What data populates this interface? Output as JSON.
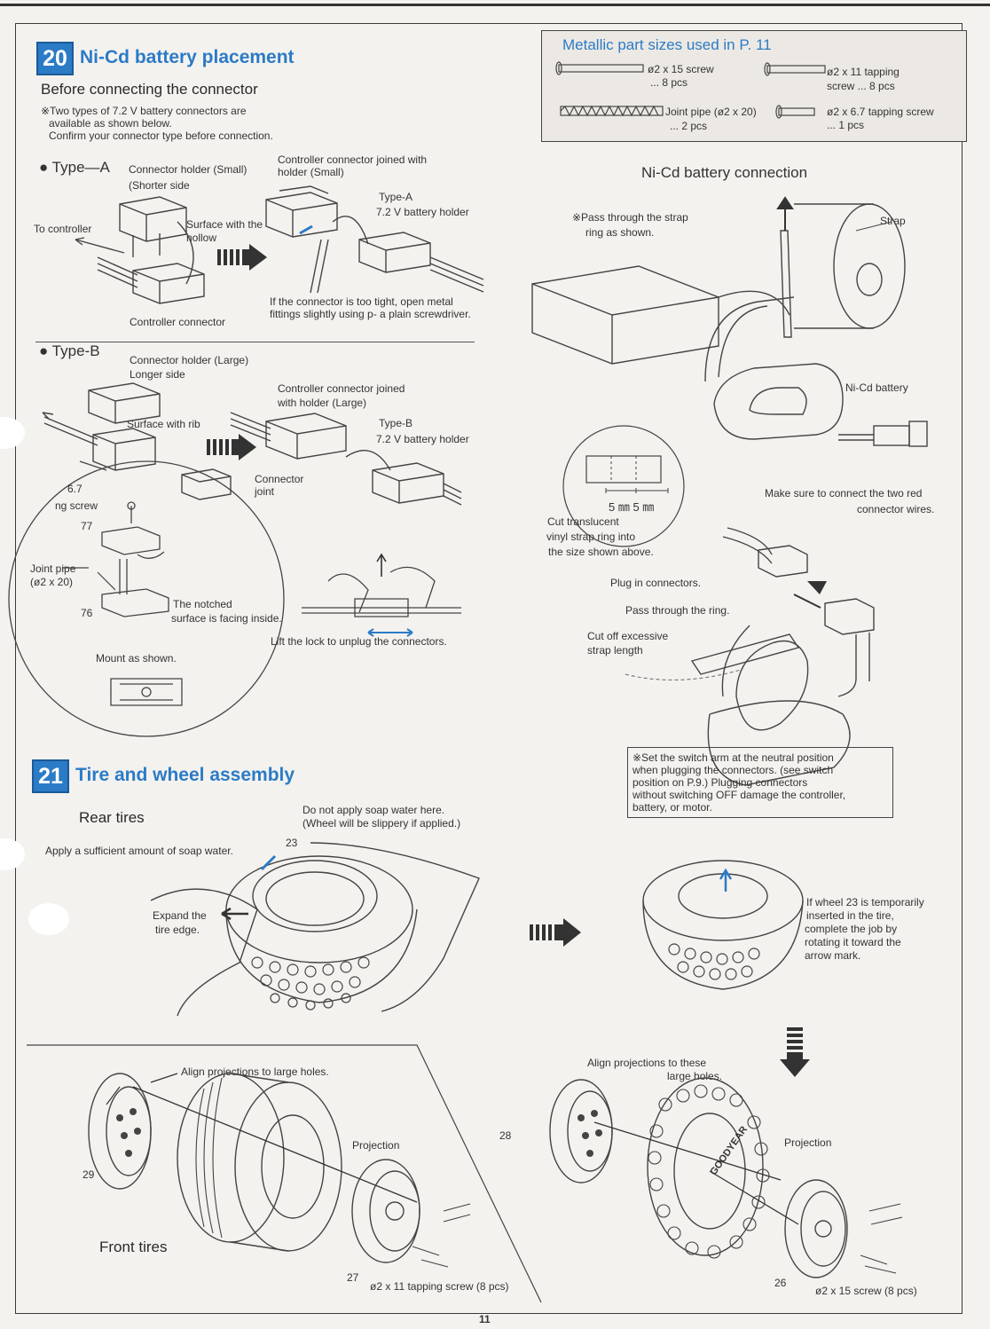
{
  "section20": {
    "number": "20",
    "title": "Ni-Cd battery placement",
    "subtitle": "Before connecting the connector",
    "note_line1": "※Two types of 7.2 V battery connectors are",
    "note_line2": "available as shown below.",
    "note_line3": "Confirm your connector type before connection.",
    "type_a": {
      "heading": "● Type—A",
      "connector_holder_small": "Connector holder (Small)",
      "shorter_side": "(Shorter side",
      "controller_joined_1": "Controller connector joined with",
      "controller_joined_2": "holder (Small)",
      "type_a_1": "Type-A",
      "type_a_2": "7.2 V battery holder",
      "to_controller": "To controller",
      "surface_hollow_1": "Surface with the",
      "surface_hollow_2": "hollow",
      "tight_1": "If the connector is too tight, open metal",
      "tight_2": "fittings slightly using p-  a plain screwdriver.",
      "controller_connector": "Controller connector"
    },
    "type_b": {
      "heading": "● Type-B",
      "connector_holder_large": "Connector holder (Large)",
      "longer_side": "Longer side",
      "controller_joined_1": "Controller connector joined",
      "controller_joined_2": "with holder (Large)",
      "type_b_1": "Type-B",
      "type_b_2": "7.2 V battery holder",
      "surface_rib": "Surface with rib",
      "connector_joint_1": "Connector",
      "connector_joint_2": "joint",
      "screw_1": "6.7",
      "screw_2": "ng screw",
      "part_77": "77",
      "part_76": "76",
      "joint_pipe_1": "Joint pipe",
      "joint_pipe_2": "(ø2 x 20)",
      "notched_1": "The notched",
      "notched_2": "surface is facing inside.",
      "mount": "Mount as shown.",
      "lift_lock": "Lift the lock to unplug the connectors."
    }
  },
  "parts_box": {
    "title": "Metallic part sizes used in P. 11",
    "p1_1": "ø2 x 15 screw",
    "p1_2": "... 8 pcs",
    "p2_1": "ø2 x 11 tapping",
    "p2_2": "screw ... 8 pcs",
    "p3_1": "Joint pipe (ø2 x 20)",
    "p3_2": "... 2 pcs",
    "p4_1": "ø2 x 6.7 tapping screw",
    "p4_2": "... 1 pcs"
  },
  "battery_connection": {
    "title": "Ni-Cd battery connection",
    "pass_strap_1": "※Pass through the strap",
    "pass_strap_2": "ring as shown.",
    "strap": "Strap",
    "nicd_battery": "Ni-Cd battery",
    "dim": "5 ㎜ 5 ㎜",
    "cut_1": "Cut translucent",
    "cut_2": "vinyl strap  ring into",
    "cut_3": "the size shown above.",
    "red_wires_1": "Make sure to connect the two red",
    "red_wires_2": "connector wires.",
    "plug_in": "Plug in connectors.",
    "pass_ring": "Pass through the ring.",
    "cut_excess_1": "Cut off excessive",
    "cut_excess_2": "strap length",
    "warn_1": "※Set the switch arm at the neutral position",
    "warn_2": "when plugging the connectors. (see switch",
    "warn_3": "position on P.9.)  Plugging connectors",
    "warn_4": "without switching OFF damage the controller,",
    "warn_5": "battery, or motor."
  },
  "section21": {
    "number": "21",
    "title": "Tire and wheel assembly",
    "rear_tires": "Rear tires",
    "no_soap_1": "Do not apply soap water here.",
    "no_soap_2": "(Wheel will be slippery if applied.)",
    "apply_soap": "Apply a sufficient amount of soap water.",
    "part_23": "23",
    "expand_1": "Expand the",
    "expand_2": "tire edge.",
    "wheel23_1": "If wheel 23 is temporarily",
    "wheel23_2": "inserted in the tire,",
    "wheel23_3": "complete the job by",
    "wheel23_4": "rotating it toward the",
    "wheel23_5": "arrow mark.",
    "align_front": "Align projections to large holes.",
    "projection": "Projection",
    "part_29": "29",
    "part_27": "27",
    "front_tires": "Front tires",
    "front_screw": "ø2 x 11 tapping screw (8 pcs)",
    "align_rear_1": "Align projections to these",
    "align_rear_2": "large holes.",
    "part_28": "28",
    "part_26": "26",
    "rear_screw": "ø2 x 15 screw (8 pcs)",
    "tire_brand": "GOODYEAR"
  },
  "page_number": "11"
}
